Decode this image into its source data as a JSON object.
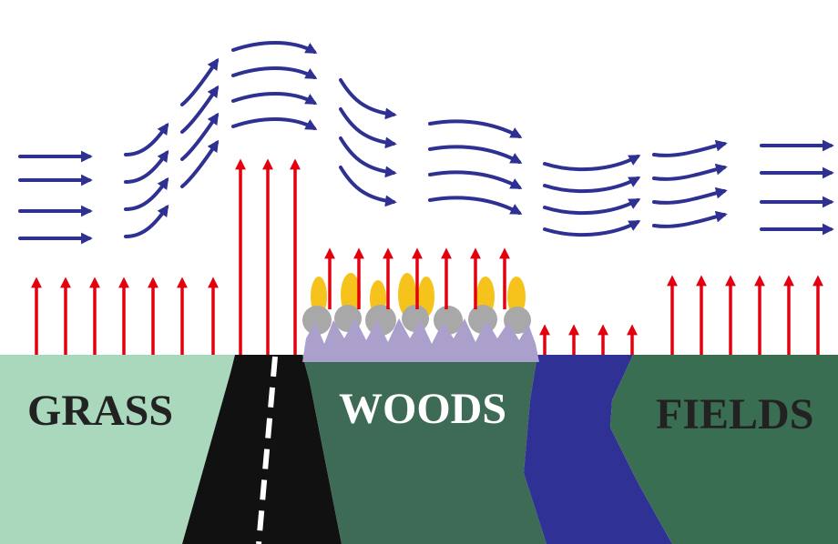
{
  "labels": {
    "grass": "GRASS",
    "woods": "WOODS",
    "fields": "FIELDS"
  },
  "colors": {
    "background": "#ffffff",
    "grass": "#a9d8bc",
    "road": "#111111",
    "road_line": "#ffffff",
    "woods": "#3e6b55",
    "fields": "#3a6e53",
    "water": "#2f3195",
    "canopy": "#ab9fcc",
    "canopy_bumps": "#a8a8a8",
    "heat_blobs": "#f6c21c",
    "thermal_arrows": "#e3000f",
    "wind_arrows": "#2e3192",
    "label_dark": "#222222",
    "label_light": "#ffffff"
  },
  "icons": {
    "thermal": "up-arrow-icon",
    "wind": "curved-arrow-icon"
  }
}
